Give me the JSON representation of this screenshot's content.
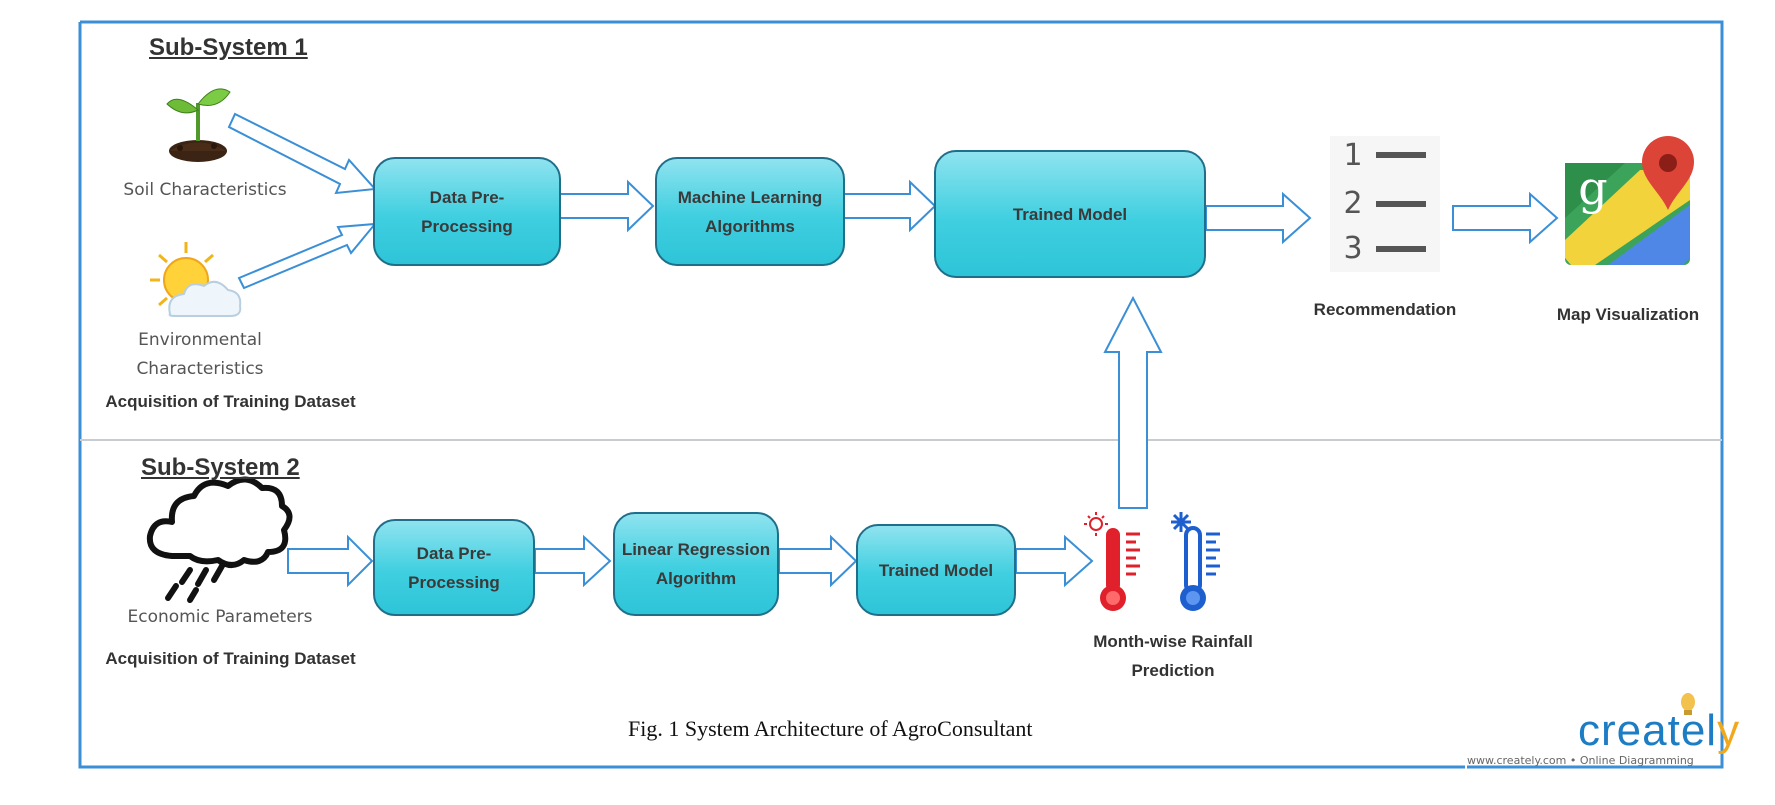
{
  "subsystem1": {
    "heading": "Sub-System 1",
    "soil_label": "Soil Characteristics",
    "environment_label": "Environmental\nCharacteristics",
    "acquisition_label": "Acquisition of Training Dataset",
    "preprocessing": "Data Pre-\nProcessing",
    "ml_algorithms": "Machine Learning\nAlgorithms",
    "trained_model": "Trained Model",
    "recommendation": "Recommendation",
    "map_visualization": "Map Visualization",
    "ranking_numbers": [
      "1",
      "2",
      "3"
    ],
    "map_logo_letter": "g"
  },
  "subsystem2": {
    "heading": "Sub-System 2",
    "economic_label": "Economic Parameters",
    "acquisition_label": "Acquisition of Training Dataset",
    "preprocessing": "Data Pre-\nProcessing",
    "linear_regression": "Linear Regression\nAlgorithm",
    "trained_model": "Trained  Model",
    "rainfall_prediction": "Month-wise Rainfall\nPrediction"
  },
  "caption": "Fig. 1 System Architecture of AgroConsultant",
  "watermark": {
    "logo": "creately",
    "tagline": "www.creately.com • Online Diagramming"
  },
  "colors": {
    "frame": "#3a8fd6",
    "arrow": "#3a8fd6",
    "box_fill": "#3fcfe0",
    "box_border": "#1f6f8a",
    "hot_thermometer": "#e0202a",
    "cold_thermometer": "#1e5fd0"
  }
}
